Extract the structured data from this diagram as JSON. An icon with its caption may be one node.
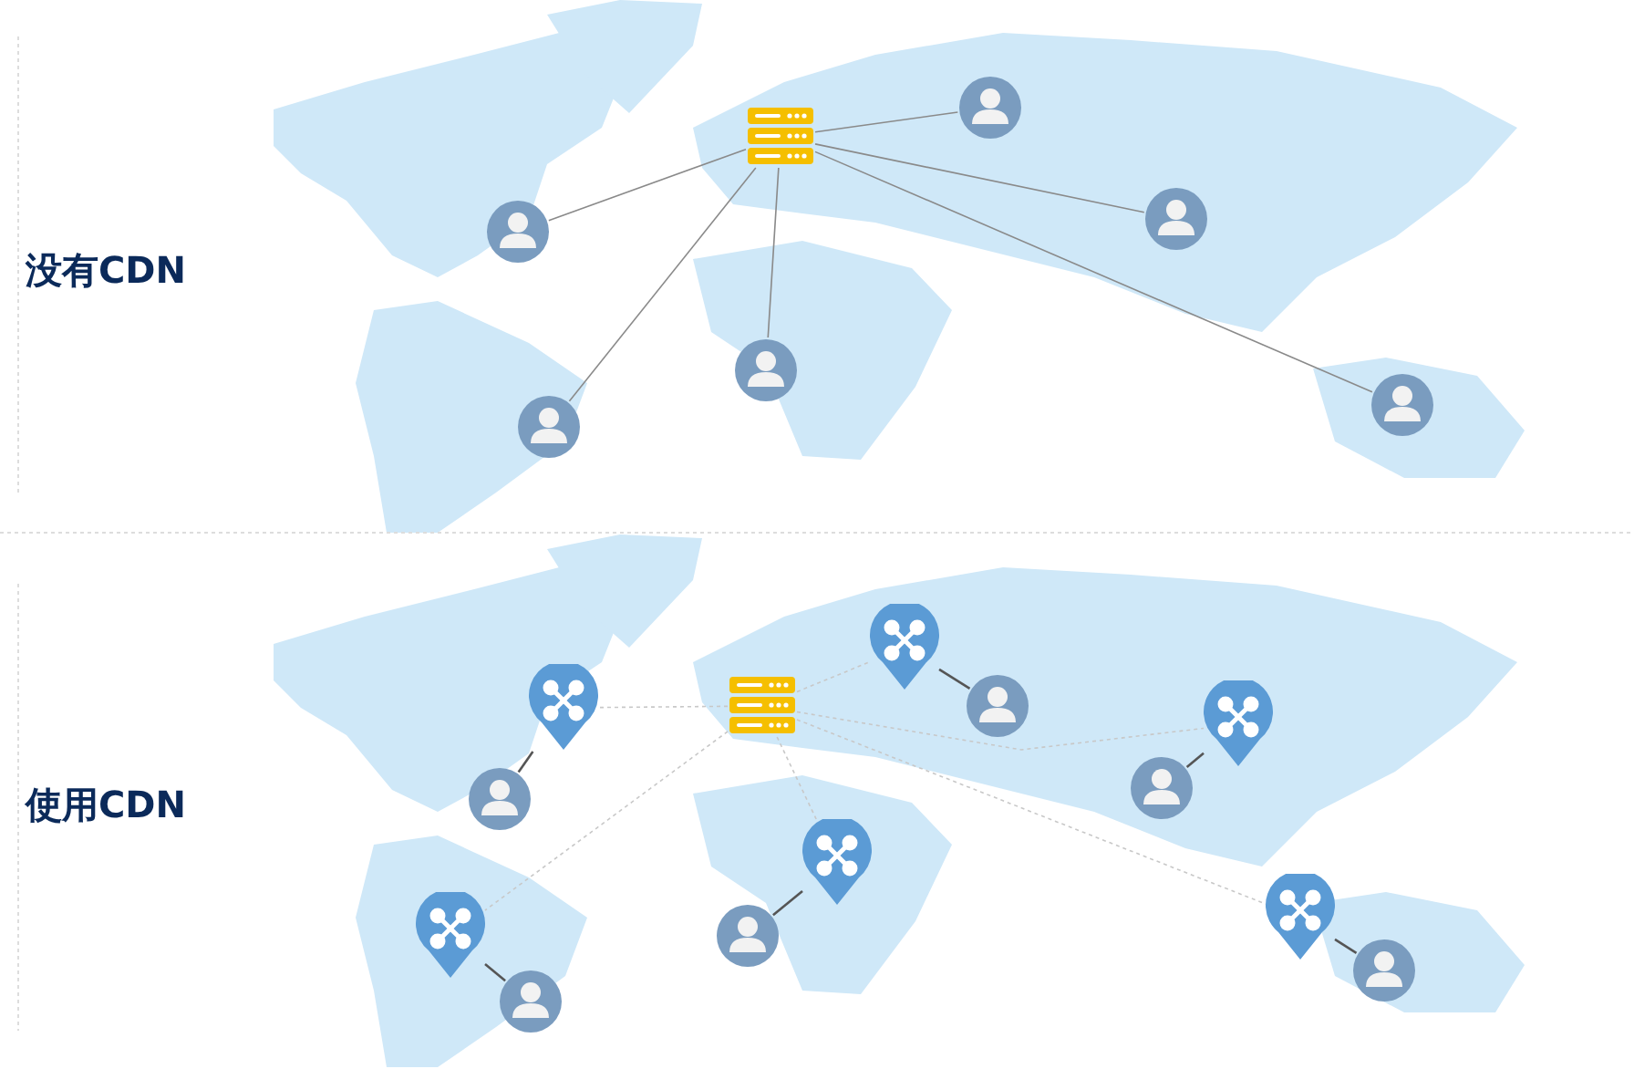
{
  "diagram": {
    "nodes": [
      {
        "text": [],
        "shape": "server"
      },
      {
        "text": [],
        "shape": "person"
      },
      {
        "text": [],
        "shape": "person"
      },
      {
        "text": [],
        "shape": "person"
      },
      {
        "text": [],
        "shape": "person"
      },
      {
        "text": [],
        "shape": "person"
      },
      {
        "text": [],
        "shape": "person"
      },
      {
        "text": [],
        "shape": "server"
      },
      {
        "text": [],
        "shape": "pin"
      },
      {
        "text": [],
        "shape": "pin"
      },
      {
        "text": [],
        "shape": "pin"
      },
      {
        "text": [],
        "shape": "pin"
      },
      {
        "text": [],
        "shape": "pin"
      },
      {
        "text": [],
        "shape": "pin"
      },
      {
        "text": [],
        "shape": "person"
      },
      {
        "text": [],
        "shape": "person"
      },
      {
        "text": [],
        "shape": "person"
      },
      {
        "text": [],
        "shape": "person"
      },
      {
        "text": [],
        "shape": "person"
      },
      {
        "text": [],
        "shape": "person"
      }
    ],
    "edges": [
      {
        "from": 0,
        "to": 1,
        "arrow": "none"
      },
      {
        "from": 0,
        "to": 2,
        "arrow": "none"
      },
      {
        "from": 0,
        "to": 3,
        "arrow": "none"
      },
      {
        "from": 0,
        "to": 4,
        "arrow": "none"
      },
      {
        "from": 0,
        "to": 5,
        "arrow": "none"
      },
      {
        "from": 0,
        "to": 6,
        "arrow": "none"
      },
      {
        "from": 7,
        "to": 8,
        "arrow": "none",
        "style": "dashed",
        "color": "#c8c8c8"
      },
      {
        "from": 7,
        "to": 9,
        "arrow": "none",
        "style": "dashed",
        "color": "#c8c8c8"
      },
      {
        "from": 7,
        "to": 10,
        "arrow": "none",
        "style": "dashed",
        "color": "#c8c8c8"
      },
      {
        "from": 7,
        "to": 11,
        "arrow": "none",
        "style": "dashed",
        "color": "#c8c8c8"
      },
      {
        "from": 7,
        "to": 12,
        "arrow": "none",
        "style": "dashed",
        "color": "#c8c8c8"
      },
      {
        "from": 7,
        "to": 13,
        "arrow": "none",
        "style": "dashed",
        "color": "#c8c8c8"
      },
      {
        "from": 8,
        "to": 14,
        "arrow": "none",
        "color": "#555555"
      },
      {
        "from": 9,
        "to": 15,
        "arrow": "none",
        "color": "#555555"
      },
      {
        "from": 10,
        "to": 16,
        "arrow": "none",
        "color": "#555555"
      },
      {
        "from": 11,
        "to": 17,
        "arrow": "none",
        "color": "#555555"
      },
      {
        "from": 12,
        "to": 18,
        "arrow": "none",
        "color": "#555555"
      },
      {
        "from": 13,
        "to": 19,
        "arrow": "none",
        "color": "#555555"
      }
    ],
    "labels": [
      "没有CDN",
      "使用CDN"
    ]
  }
}
